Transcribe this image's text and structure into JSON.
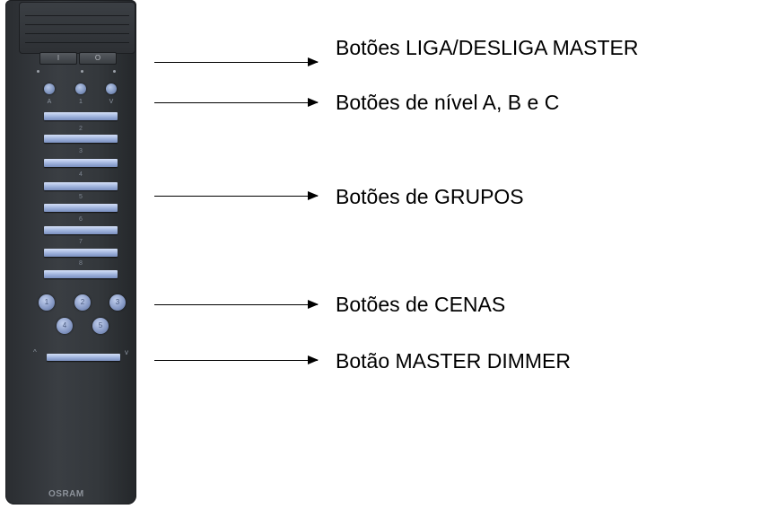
{
  "remote": {
    "brand": "OSRAM",
    "onoff_buttons": [
      "I",
      "O"
    ],
    "level_labels": [
      "A",
      "1",
      "V"
    ],
    "group_numbers": [
      "2",
      "3",
      "4",
      "5",
      "6",
      "7",
      "8"
    ],
    "scene_buttons": [
      "1",
      "2",
      "3",
      "4",
      "5"
    ],
    "dimmer_labels": {
      "down": "^",
      "up": "v"
    }
  },
  "labels": {
    "master_onoff": "Botões LIGA/DESLIGA MASTER",
    "level_buttons": "Botões de nível A, B e C",
    "group_buttons": "Botões de GRUPOS",
    "scene_buttons": "Botões de CENAS",
    "master_dimmer": "Botão MASTER DIMMER"
  }
}
